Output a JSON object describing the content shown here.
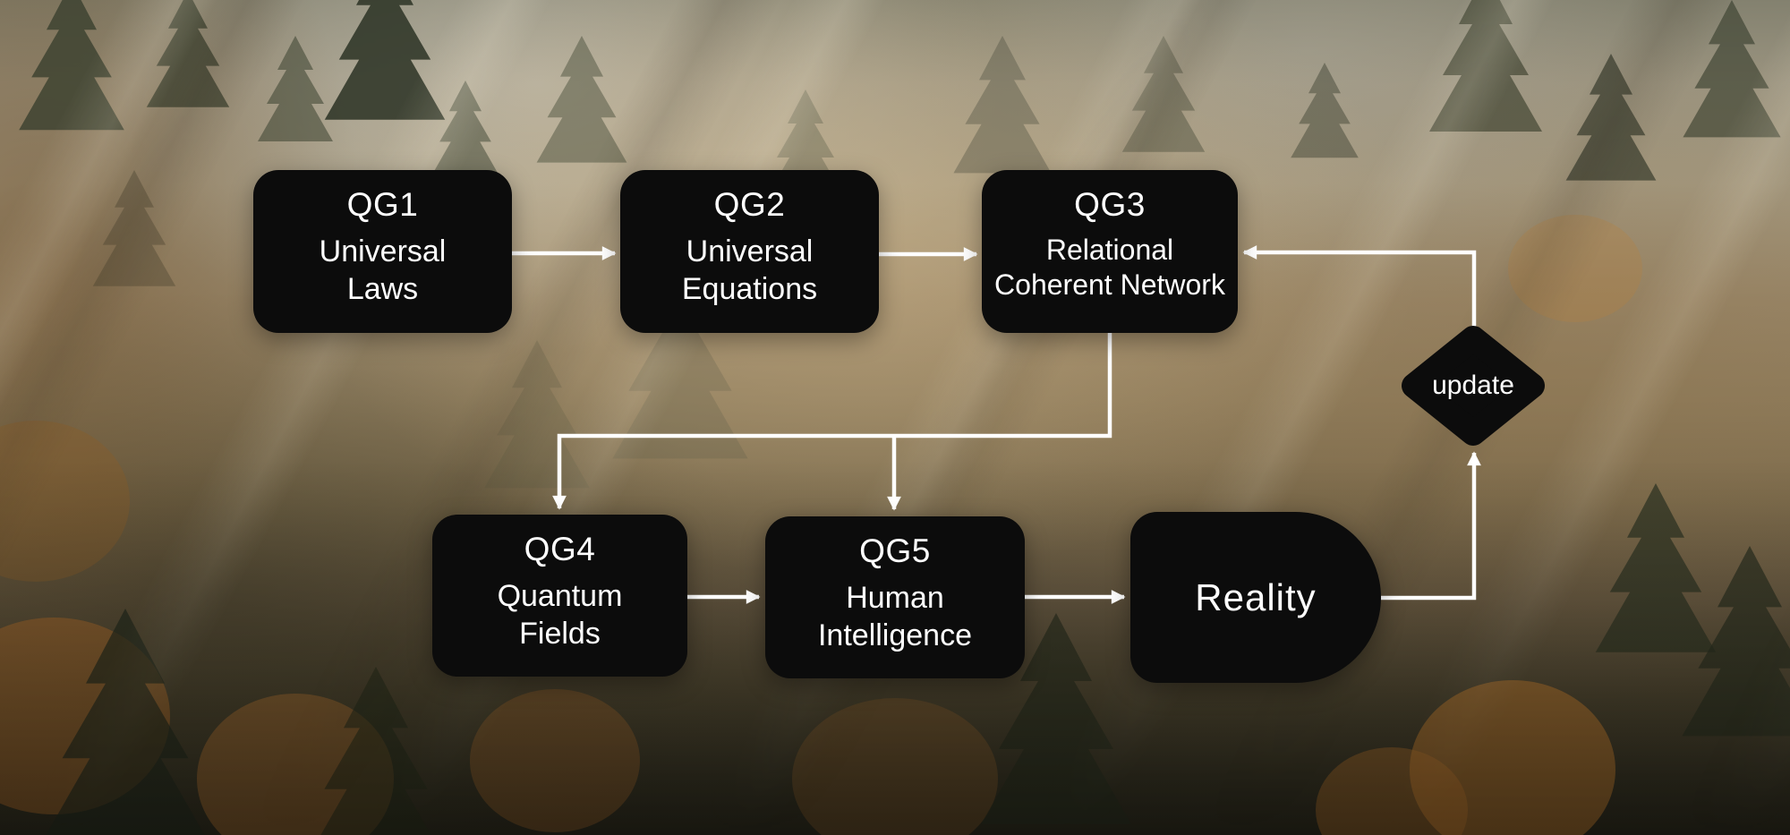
{
  "diagram": {
    "nodes": [
      {
        "id": "qg1",
        "title": "QG1",
        "body": "Universal Laws"
      },
      {
        "id": "qg2",
        "title": "QG2",
        "body": "Universal Equations"
      },
      {
        "id": "qg3",
        "title": "QG3",
        "body": "Relational Coherent Network"
      },
      {
        "id": "qg4",
        "title": "QG4",
        "body": "Quantum Fields"
      },
      {
        "id": "qg5",
        "title": "QG5",
        "body": "Human Intelligence"
      },
      {
        "id": "reality",
        "title": "Reality"
      }
    ],
    "decision": {
      "label": "update"
    },
    "colors": {
      "node_fill": "#0c0c0c",
      "node_text": "#ffffff",
      "connector": "#ffffff"
    }
  }
}
